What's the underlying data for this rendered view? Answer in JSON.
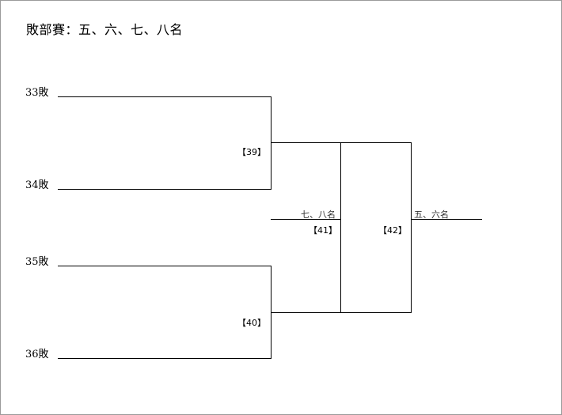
{
  "title": "敗部賽：五、六、七、八名",
  "teams": [
    "33敗",
    "34敗",
    "35敗",
    "36敗"
  ],
  "matches": {
    "m39": "【39】",
    "m40": "【40】",
    "m41": "【41】",
    "m42": "【42】"
  },
  "places": {
    "seventh_eighth": "七、八名",
    "fifth_sixth": "五、六名"
  }
}
